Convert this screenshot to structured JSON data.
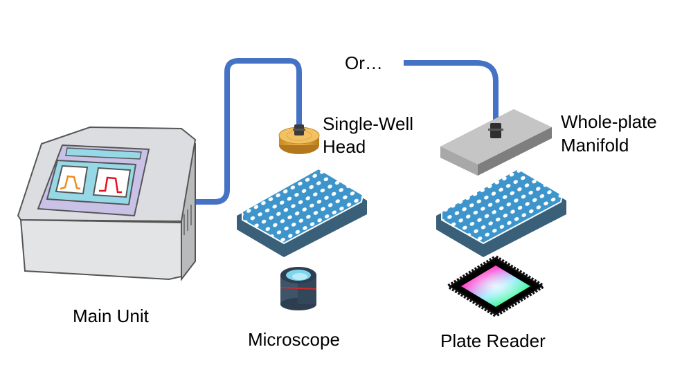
{
  "diagram": {
    "title": "",
    "colors": {
      "tube": "#4472c4",
      "plate": "#3d95cc",
      "plate_base": "#3a5f78",
      "device_body": "#e6e7e9",
      "device_screen_frame": "#c9c2e6",
      "device_screen": "#96d8e6",
      "waveform_1": "#f28a1e",
      "waveform_2": "#e3121d",
      "single_well_head": "#e5a53a",
      "manifold": "#bdbdbd"
    },
    "nodes": [
      {
        "id": "main-unit",
        "label": "Main Unit",
        "icon": "main-unit-device-icon"
      },
      {
        "id": "single-well-head",
        "label_lines": [
          "Single-Well",
          "Head"
        ],
        "icon": "single-well-head-icon"
      },
      {
        "id": "whole-plate-manifold",
        "label_lines": [
          "Whole-plate",
          "Manifold"
        ],
        "icon": "manifold-icon"
      },
      {
        "id": "well-plate-left",
        "icon": "96-well-plate-icon"
      },
      {
        "id": "well-plate-right",
        "icon": "96-well-plate-icon"
      },
      {
        "id": "microscope",
        "label": "Microscope",
        "icon": "microscope-objective-icon"
      },
      {
        "id": "plate-reader",
        "label": "Plate Reader",
        "icon": "plate-reader-chip-icon"
      }
    ],
    "connectors": [
      {
        "from": "main-unit",
        "to": "single-well-head",
        "kind": "tube"
      },
      {
        "from": "main-unit",
        "to": "whole-plate-manifold",
        "kind": "tube",
        "note": "Or…"
      }
    ],
    "or_label": "Or…"
  }
}
